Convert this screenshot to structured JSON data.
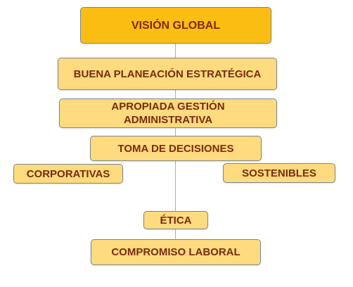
{
  "diagram": {
    "root": "VISIÓN GLOBAL",
    "nodes": [
      "BUENA PLANEACIÓN ESTRATÉGICA",
      "APROPIADA GESTIÓN ADMINISTRATIVA",
      "TOMA DE DECISIONES",
      "CORPORATIVAS",
      "SOSTENIBLES",
      "ÉTICA",
      "COMPROMISO LABORAL"
    ]
  },
  "colors": {
    "root_fill": "#fbbd12",
    "node_fill": "#fddb7e",
    "text": "#7a2b10",
    "border": "#7a8692",
    "connector": "#8fb3d9"
  }
}
